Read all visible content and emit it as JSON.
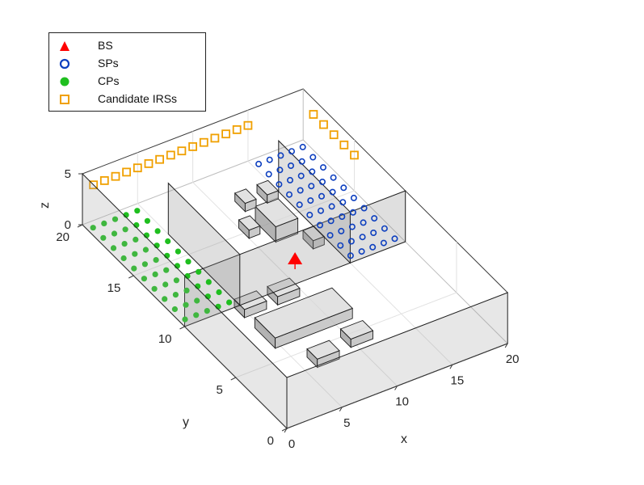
{
  "chart_data": {
    "type": "scatter3d",
    "title": "",
    "xlabel": "x",
    "ylabel": "y",
    "zlabel": "z",
    "xlim": [
      0,
      20
    ],
    "ylim": [
      0,
      20
    ],
    "zlim": [
      0,
      5
    ],
    "x_ticks": [
      "0",
      "5",
      "10",
      "15",
      "20"
    ],
    "y_ticks": [
      "0",
      "5",
      "10",
      "15",
      "20"
    ],
    "z_ticks": [
      "0",
      "5"
    ],
    "grid": true,
    "legend_position": "top-left",
    "legend": [
      "BS",
      "SPs",
      "CPs",
      "Candidate IRSs"
    ],
    "colors": {
      "BS": "#ff0000",
      "SPs": "#0d3fbf",
      "CPs": "#1fbf1f",
      "Candidate IRSs": "#f0a000",
      "walls": "#8c8c8c"
    },
    "series": [
      {
        "name": "BS",
        "marker": "triangle",
        "points": [
          [
            10,
            10,
            2.5
          ]
        ]
      },
      {
        "name": "SPs",
        "marker": "circle-open",
        "x_range": [
          15.5,
          19.5
        ],
        "y_range": [
          10.5,
          19.5
        ],
        "grid": [
          5,
          10
        ],
        "z": 0
      },
      {
        "name": "CPs",
        "marker": "circle-filled",
        "x_range": [
          0.5,
          4.5
        ],
        "y_range": [
          10.5,
          19.5
        ],
        "grid": [
          5,
          10
        ],
        "z": 0
      },
      {
        "name": "Candidate IRSs",
        "marker": "square-open",
        "points": [
          [
            1,
            20,
            3.5
          ],
          [
            2,
            20,
            3.5
          ],
          [
            3,
            20,
            3.5
          ],
          [
            4,
            20,
            3.5
          ],
          [
            5,
            20,
            3.5
          ],
          [
            6,
            20,
            3.5
          ],
          [
            7,
            20,
            3.5
          ],
          [
            8,
            20,
            3.5
          ],
          [
            9,
            20,
            3.5
          ],
          [
            10,
            20,
            3.5
          ],
          [
            11,
            20,
            3.5
          ],
          [
            12,
            20,
            3.5
          ],
          [
            13,
            20,
            3.5
          ],
          [
            14,
            20,
            3.5
          ],
          [
            15,
            20,
            3.5
          ],
          [
            20,
            19,
            3.5
          ],
          [
            20,
            18,
            3.5
          ],
          [
            20,
            17,
            3.5
          ],
          [
            20,
            16,
            3.5
          ],
          [
            20,
            15,
            3.5
          ]
        ]
      }
    ],
    "walls": [
      {
        "x": [
          0,
          20
        ],
        "y": [
          10,
          10
        ],
        "z": [
          0,
          5
        ]
      },
      {
        "x": [
          5,
          5
        ],
        "y": [
          10,
          17
        ],
        "z": [
          0,
          5
        ]
      },
      {
        "x": [
          15,
          15
        ],
        "y": [
          10,
          17
        ],
        "z": [
          0,
          5
        ]
      }
    ],
    "obstacles": [
      {
        "x": [
          11.5,
          13.5
        ],
        "y": [
          13.5,
          15.5
        ],
        "z": [
          0,
          1.5
        ]
      },
      {
        "x": [
          11.5,
          12.5
        ],
        "y": [
          16.5,
          17.5
        ],
        "z": [
          0,
          0.8
        ]
      },
      {
        "x": [
          13.5,
          14.5
        ],
        "y": [
          16.5,
          17.5
        ],
        "z": [
          0,
          0.8
        ]
      },
      {
        "x": [
          10,
          11
        ],
        "y": [
          14.5,
          15.5
        ],
        "z": [
          0,
          0.8
        ]
      },
      {
        "x": [
          13.5,
          14.5
        ],
        "y": [
          12,
          13
        ],
        "z": [
          0,
          0.8
        ]
      },
      {
        "x": [
          4.5,
          11.5
        ],
        "y": [
          6,
          8
        ],
        "z": [
          0,
          1
        ]
      },
      {
        "x": [
          4.5,
          6.5
        ],
        "y": [
          9,
          10
        ],
        "z": [
          0,
          0.8
        ]
      },
      {
        "x": [
          7.5,
          9.5
        ],
        "y": [
          9,
          10
        ],
        "z": [
          0,
          0.8
        ]
      },
      {
        "x": [
          6,
          8
        ],
        "y": [
          3.5,
          4.5
        ],
        "z": [
          0,
          0.8
        ]
      },
      {
        "x": [
          9.5,
          11.5
        ],
        "y": [
          4,
          5
        ],
        "z": [
          0,
          0.8
        ]
      }
    ]
  }
}
